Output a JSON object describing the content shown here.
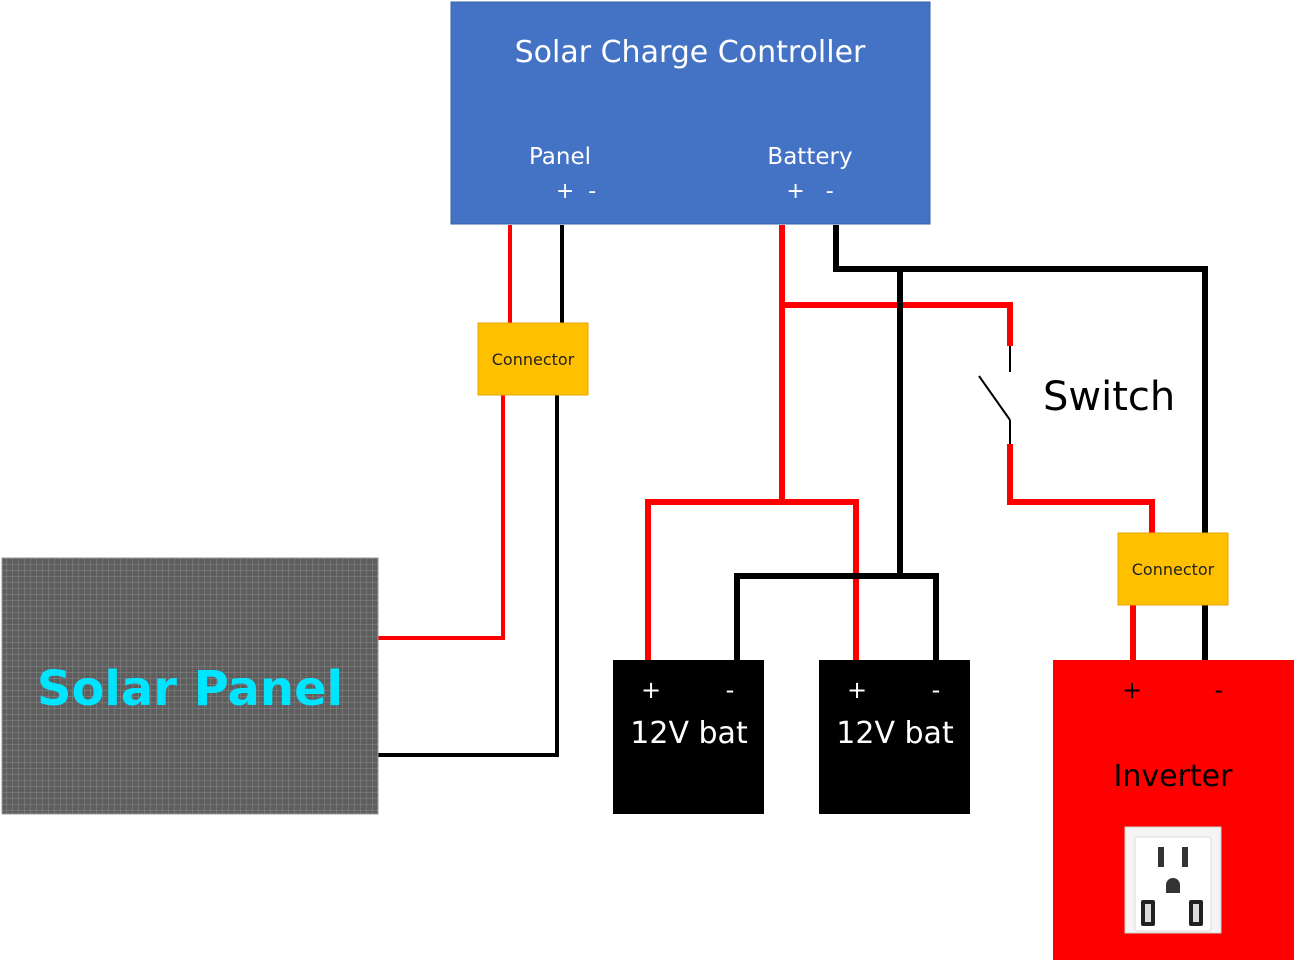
{
  "controller": {
    "title": "Solar Charge Controller",
    "panel_label": "Panel",
    "panel_polarity": "+  -",
    "battery_label": "Battery",
    "battery_polarity": "+   -",
    "color": "#4472c4"
  },
  "connectors": {
    "panel_connector": "Connector",
    "inverter_connector": "Connector",
    "color": "#ffc000"
  },
  "switch": {
    "label": "Switch"
  },
  "solar_panel": {
    "label": "Solar Panel",
    "label_color": "#00e5ff"
  },
  "batteries": [
    {
      "plus": "+",
      "minus": "-",
      "label": "12V bat"
    },
    {
      "plus": "+",
      "minus": "-",
      "label": "12V bat"
    }
  ],
  "inverter": {
    "plus": "+",
    "minus": "-",
    "label": "Inverter",
    "color": "#ff0000"
  },
  "wire_colors": {
    "positive": "#ff0000",
    "negative": "#000000"
  }
}
